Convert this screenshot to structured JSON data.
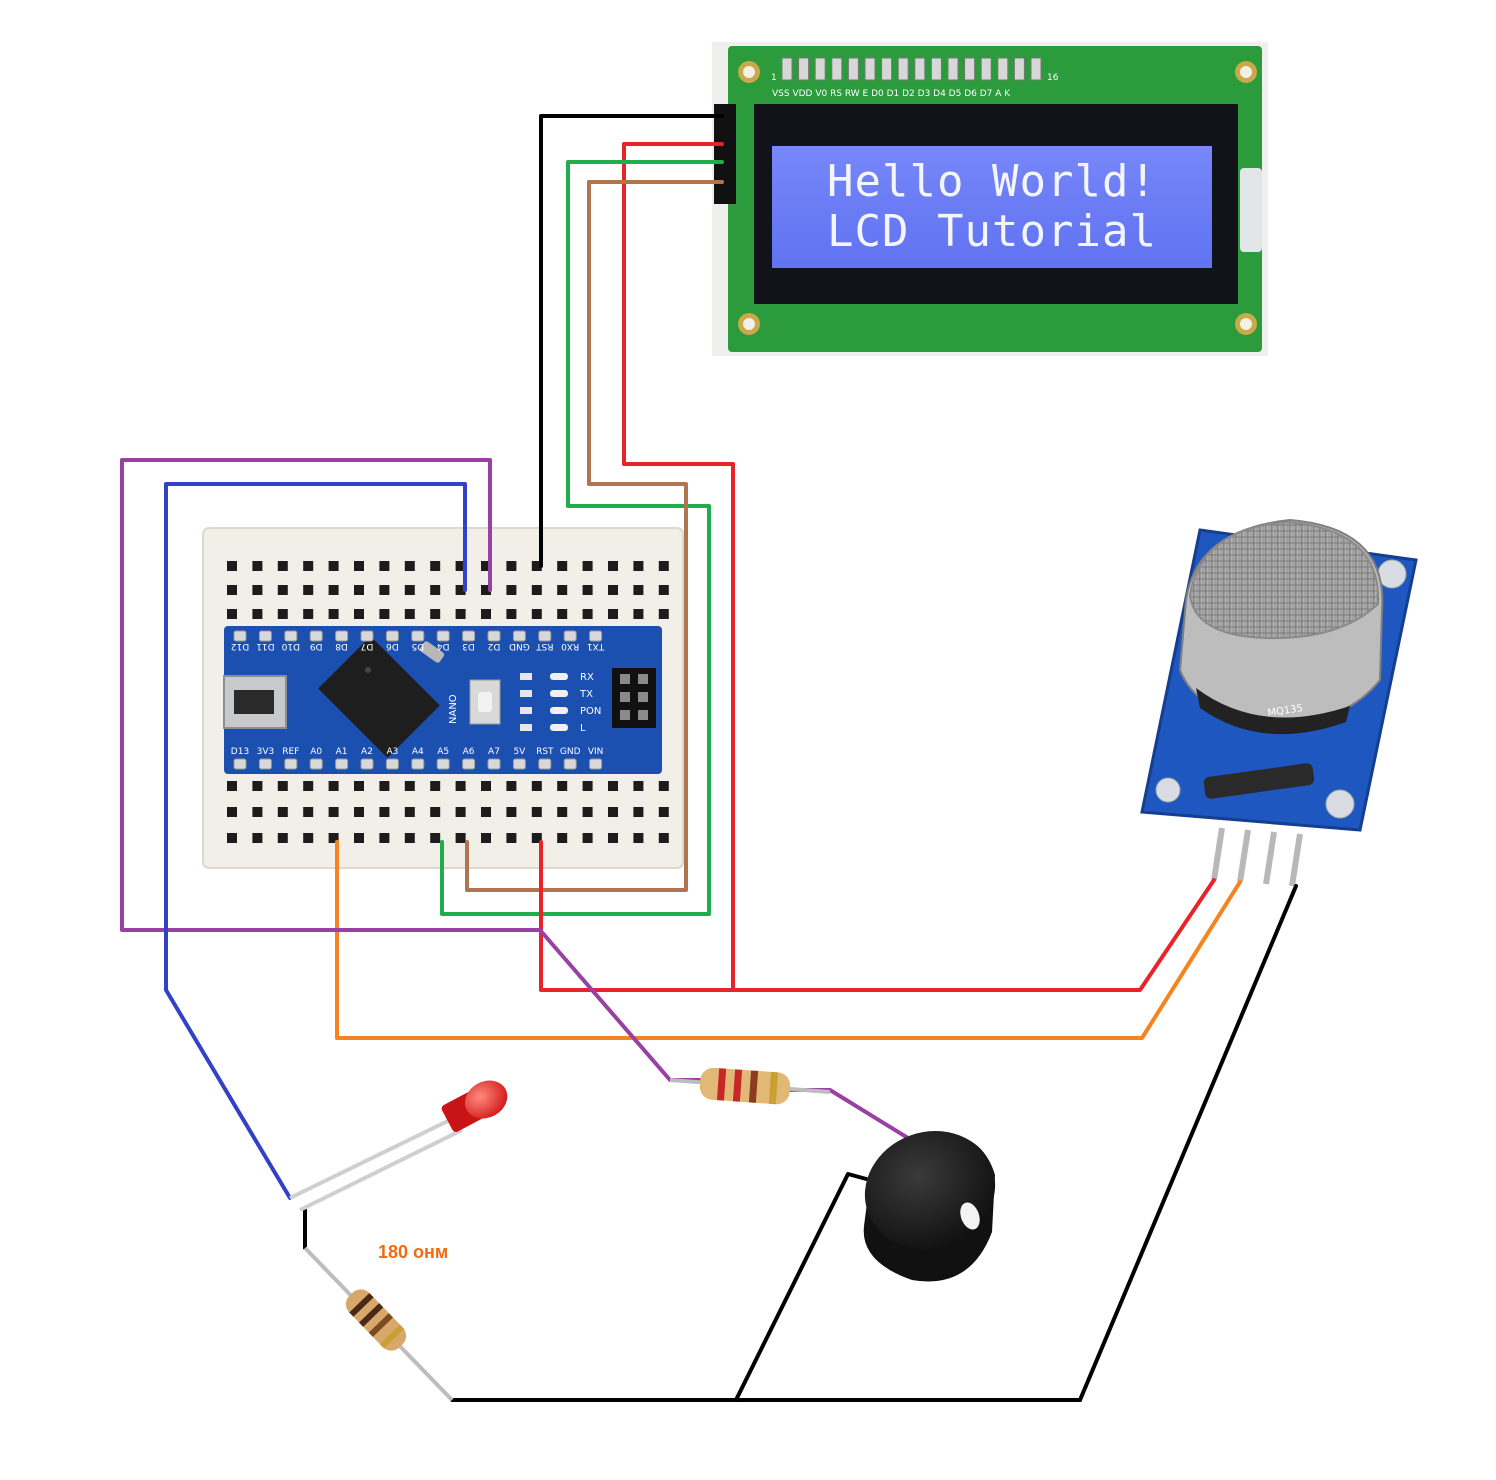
{
  "lcd": {
    "line1": "Hello World!",
    "line2": "LCD Tutorial",
    "pin_start": "1",
    "pin_end": "16",
    "pin_row": "VSS VDD V0 RS RW E D0 D1 D2 D3 D4 D5 D6 D7 A K"
  },
  "nano": {
    "label": "NANO",
    "top_pins": [
      "D12",
      "D11",
      "D10",
      "D9",
      "D8",
      "D7",
      "D6",
      "D5",
      "D4",
      "D3",
      "D2",
      "GND",
      "RST",
      "RX0",
      "TX1"
    ],
    "bottom_pins": [
      "D13",
      "3V3",
      "REF",
      "A0",
      "A1",
      "A2",
      "A3",
      "A4",
      "A5",
      "A6",
      "A7",
      "5V",
      "RST",
      "GND",
      "VIN"
    ],
    "leds": [
      "RX",
      "TX",
      "PON",
      "L"
    ]
  },
  "sensor": {
    "label": "MQ135"
  },
  "resistor_label": "180 онм",
  "wire_colors": {
    "black": "#000000",
    "red": "#e8232a",
    "green": "#1fae4b",
    "brown": "#b0744e",
    "purple": "#9a3fa4",
    "blue": "#3340c8",
    "orange": "#f5831f"
  }
}
